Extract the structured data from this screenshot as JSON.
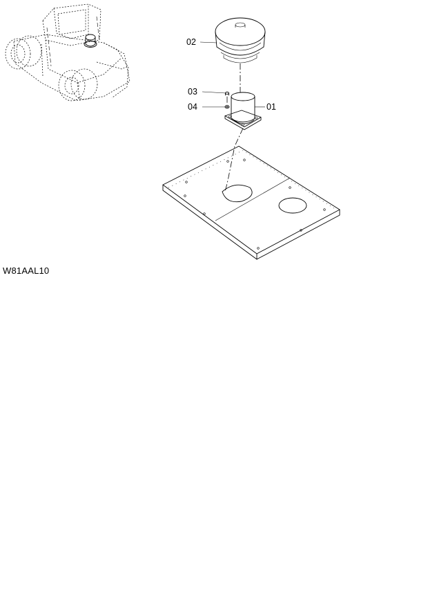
{
  "callouts": {
    "p01": "01",
    "p02": "02",
    "p03": "03",
    "p04": "04"
  },
  "drawing_code": "W81AAL10",
  "colors": {
    "line": "#000000",
    "background": "#ffffff"
  }
}
